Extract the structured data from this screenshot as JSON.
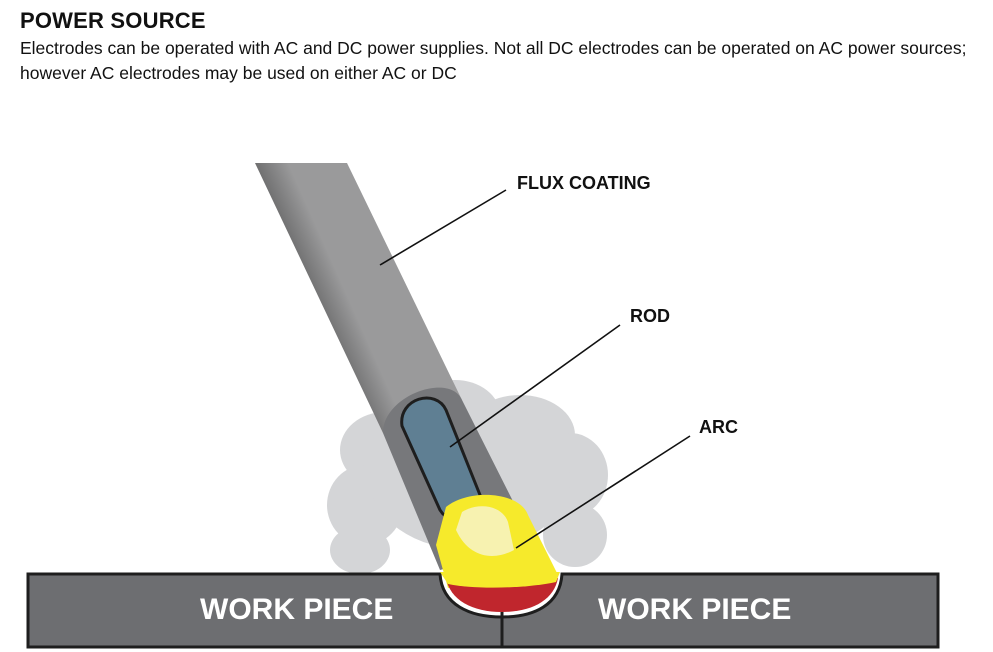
{
  "section": {
    "title": "POWER SOURCE",
    "description": "Electrodes can be operated with AC and DC power supplies. Not all DC electrodes can be operated on AC power sources; however AC electrodes may be used on either AC or DC"
  },
  "diagram": {
    "labels": {
      "flux_coating": "FLUX COATING",
      "rod": "ROD",
      "arc": "ARC",
      "work_piece_left": "WORK PIECE",
      "work_piece_right": "WORK PIECE"
    },
    "colors": {
      "flux_coating_dark": "#1e1e1e",
      "flux_coating_light": "#9a9a9b",
      "flux_tip": "#77787b",
      "rod": "#5f7f93",
      "smoke": "#d4d5d7",
      "arc_yellow": "#f6ea2b",
      "arc_glow": "#f7f2b0",
      "weld_pool": "#c0262d",
      "work_piece": "#6d6e71"
    }
  }
}
